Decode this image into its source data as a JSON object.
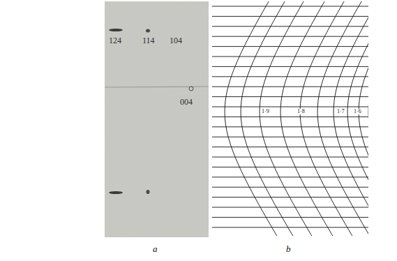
{
  "diagram": {
    "labels": [
      "124",
      "114",
      "104",
      "004",
      "1·9",
      "1·8",
      "1·7",
      "1·6",
      "a",
      "b"
    ]
  }
}
